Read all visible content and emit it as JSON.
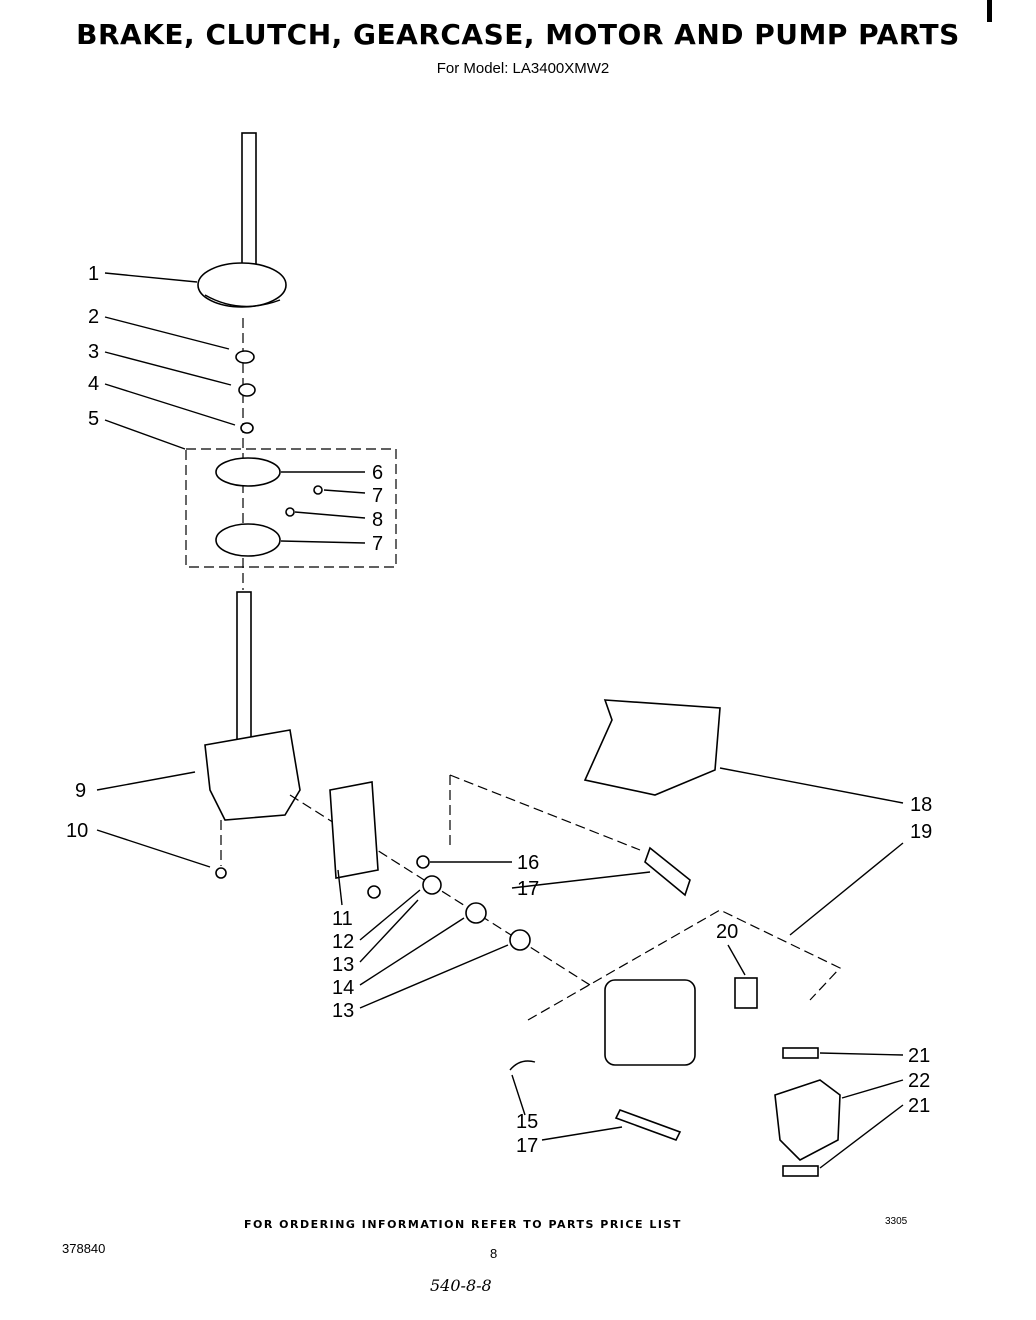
{
  "title": "BRAKE, CLUTCH, GEARCASE, MOTOR AND PUMP PARTS",
  "subtitle": "For Model: LA3400XMW2",
  "footer": "FOR ORDERING INFORMATION REFER TO PARTS PRICE LIST",
  "code": "3305",
  "doc_number": "378840",
  "page_number": "8",
  "handwritten_note": "540-8-8",
  "callouts": [
    "1",
    "2",
    "3",
    "4",
    "5",
    "6",
    "7",
    "8",
    "7",
    "9",
    "10",
    "16",
    "17",
    "11",
    "12",
    "13",
    "14",
    "13",
    "18",
    "19",
    "20",
    "21",
    "22",
    "21",
    "15",
    "17"
  ]
}
